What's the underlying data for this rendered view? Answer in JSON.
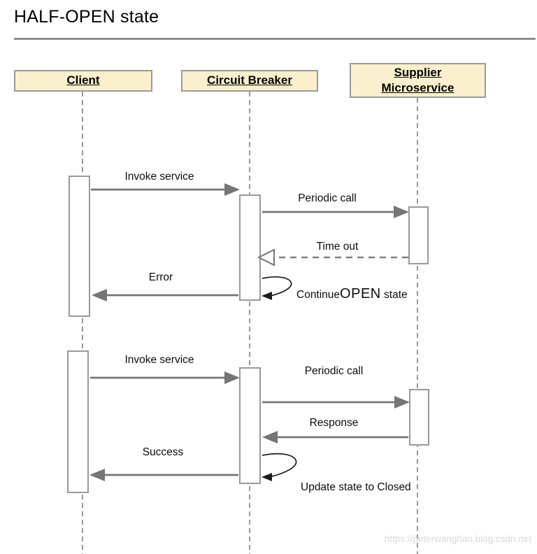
{
  "title": "HALF-OPEN state",
  "watermark": "https://peterwanghao.blog.csdn.net",
  "colors": {
    "actor_fill": "#faf0cd",
    "actor_border": "#9a9a9a",
    "arrow_gray": "#757575",
    "lifeline_gray": "#999999"
  },
  "diagram_type": "uml-sequence",
  "actors": [
    {
      "label": "Client"
    },
    {
      "label": "Circuit Breaker"
    },
    {
      "label": "Supplier Microservice"
    }
  ],
  "messages": [
    {
      "label": "Invoke service",
      "from": "Client",
      "to": "Circuit Breaker",
      "line": "solid"
    },
    {
      "label": "Periodic call",
      "from": "Circuit Breaker",
      "to": "Supplier Microservice",
      "line": "solid"
    },
    {
      "label": "Time out",
      "from": "Supplier Microservice",
      "to": "Circuit Breaker",
      "line": "dashed-return-open-arrow"
    },
    {
      "label": "Error",
      "from": "Circuit Breaker",
      "to": "Client",
      "line": "solid"
    },
    {
      "label": "Continue OPEN state",
      "label_parts": {
        "prefix": "Continue",
        "emph": "OPEN",
        "suffix": " state"
      },
      "from": "Circuit Breaker",
      "to": "Circuit Breaker",
      "line": "self-loop"
    },
    {
      "label": "Invoke service",
      "from": "Client",
      "to": "Circuit Breaker",
      "line": "solid"
    },
    {
      "label": "Periodic call",
      "from": "Circuit Breaker",
      "to": "Supplier Microservice",
      "line": "solid"
    },
    {
      "label": "Response",
      "from": "Supplier Microservice",
      "to": "Circuit Breaker",
      "line": "solid"
    },
    {
      "label": "Success",
      "from": "Circuit Breaker",
      "to": "Client",
      "line": "solid"
    },
    {
      "label": "Update state to Closed",
      "from": "Circuit Breaker",
      "to": "Circuit Breaker",
      "line": "self-loop"
    }
  ]
}
